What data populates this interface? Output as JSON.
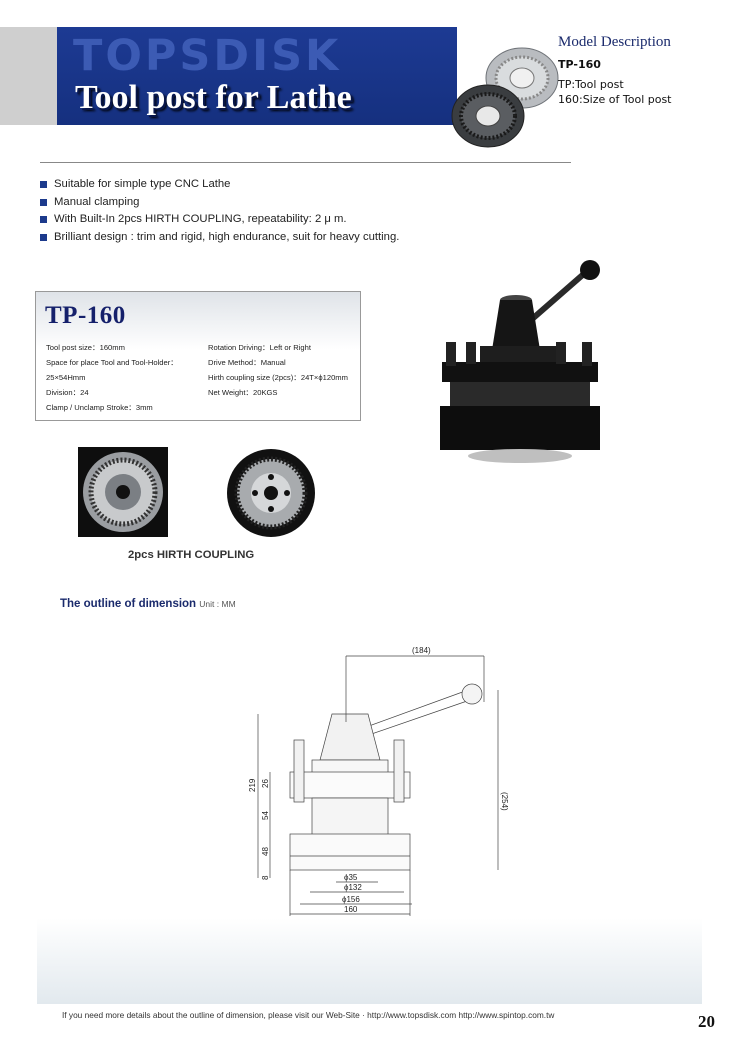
{
  "header": {
    "brand": "TOPSDISK",
    "title": "Tool post for Lathe"
  },
  "model": {
    "heading": "Model Description",
    "code": "TP-160",
    "line1": "TP:Tool post",
    "line2": "160:Size of Tool post"
  },
  "features": [
    "Suitable for simple type CNC Lathe",
    "Manual clamping",
    "With Built-In 2pcs HIRTH COUPLING, repeatability: 2 μ m.",
    "Brilliant design : trim and rigid, high endurance, suit for heavy cutting."
  ],
  "spec": {
    "title": "TP-160",
    "left": [
      "Tool post size：160mm",
      "Space for place Tool and Tool-Holder：",
      "25×54Hmm",
      "Division：24",
      "Clamp / Unclamp Stroke：3mm"
    ],
    "right": [
      "Rotation Driving：Left or Right",
      "Drive Method：Manual",
      "Hirth coupling size (2pcs)：24T×ϕ120mm",
      "Net Weight：20KGS"
    ]
  },
  "coupling_caption": "2pcs HIRTH COUPLING",
  "outline": {
    "heading": "The outline of dimension",
    "unit": "Unit : MM"
  },
  "dimensions": {
    "d184": "(184)",
    "d254": "(254)",
    "d219": "219",
    "d26": "26",
    "d54": "54",
    "d48": "48",
    "d8": "8",
    "phi35": "ϕ35",
    "phi132": "ϕ132",
    "phi156": "ϕ156",
    "d160": "160"
  },
  "footer": {
    "text": "If you need more details about the outline of dimension, please visit our Web-Site · http://www.topsdisk.com  http://www.spintop.com.tw",
    "page": "20"
  }
}
